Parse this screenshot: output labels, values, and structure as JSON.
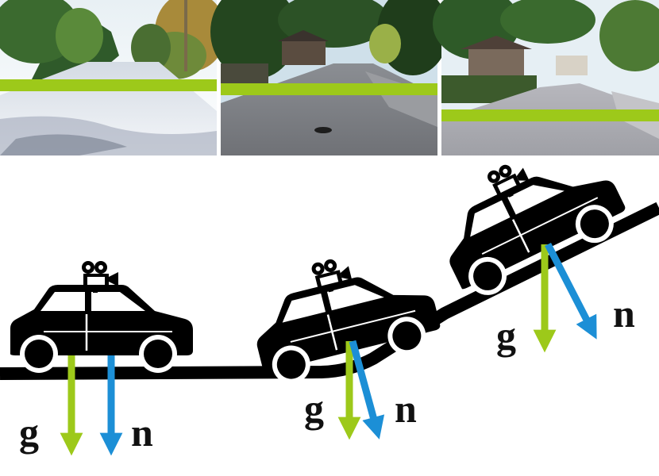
{
  "photos": [
    {
      "name": "street-photo-left",
      "horizon_line_color": "#9dc91a"
    },
    {
      "name": "street-photo-middle",
      "horizon_line_color": "#9dc91a"
    },
    {
      "name": "street-photo-right",
      "horizon_line_color": "#9dc91a"
    }
  ],
  "labels": {
    "gravity": "g",
    "normal": "n"
  },
  "colors": {
    "gravity_arrow": "#9dc91a",
    "normal_arrow": "#1c8fd6",
    "road": "#000000",
    "car": "#000000"
  },
  "icons": [
    "car-icon",
    "video-camera-icon"
  ]
}
